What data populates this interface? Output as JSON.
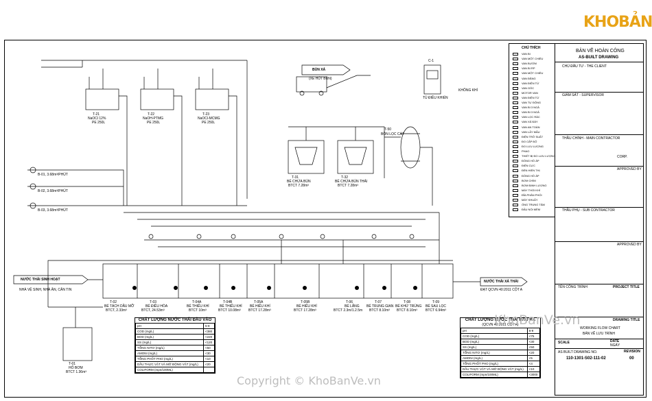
{
  "brand": {
    "logo_text": "KHOBẢNVẼ",
    "watermark_1": "KhoBanVe.vn",
    "watermark_2": "Copyright © KhoBanVe.vn"
  },
  "title_block": {
    "title_vn": "BẢN VẼ HOÀN CÔNG",
    "title_en": "AS-BUILT DRAWING",
    "client": "CHỦ ĐẦU TƯ - THE CLIENT",
    "supervisor": "GIÁM SÁT - SUPERVISOR",
    "main_contractor": "THẦU CHÍNH - MAIN CONTRACTOR",
    "corp": "CORP.",
    "subcontractor": "THẦU PHỤ - SUB CONTRACTOR",
    "project_label": "TÊN CÔNG TRÌNH",
    "project_title": "PROJECT TITLE",
    "drawing_title_label": "DRAWING TITLE",
    "working_flow": "WORKING FLOW CHART",
    "ban_ve": "BẢN VẼ LƯU TRÌNH",
    "scale": "SCALE",
    "date": "DATE",
    "ngay": "NGÀY",
    "revision": "REVISION",
    "rev_no": "00",
    "drawing_no_label": "AS BUILT DRAWING NO.",
    "drawing_no": "110-1301-S02-111-02",
    "approved_1": "APPROVED BY",
    "approved_2": "APPROVED BY"
  },
  "legend": {
    "title": "CHÚ THÍCH",
    "items": [
      "VAN BI",
      "VAN MỘT CHIỀU",
      "VAN BƯỚM",
      "VAN BI RP",
      "VAN MỘT CHIỀU",
      "VAN ĐĂNG",
      "VAN ĐIỆN TỪ",
      "VAN GÓC",
      "MOTOR VAN",
      "VAN ĐIỆN TỪ",
      "VAN TỰ ĐỘNG",
      "VAN BI 3 NGẢ",
      "VAN BI 3 NGẢ",
      "VAN LỌC RÁC",
      "VAN XẢ ĐÁY",
      "VAN AN TOÀN",
      "VAN LẤY MẪU",
      "ĐIỆN TRỞ SUẤT",
      "ĐO CẤP ĐỘ",
      "ĐO LƯU LƯỢNG",
      "PHAO",
      "THIẾT BỊ ĐO LƯU LƯỢNG",
      "ĐỒNG HỒ ÁP",
      "ĐIỆN CỰC",
      "ĐÈN HIỂN THỊ",
      "ĐỒNG HỒ ÁP",
      "BƠM CHÌM",
      "BƠM ĐỊNH LƯỢNG",
      "MÁY THỔI KHÍ",
      "ĐĨA PHÂN PHỐI",
      "MÁY KHUẤY",
      "ỐNG TRUNG TÂM",
      "ĐẦU NỐI MỀM"
    ]
  },
  "input_table": {
    "title": "CHẤT LƯỢNG NƯỚC THẢI ĐẦU VÀO",
    "rows": [
      [
        "pH",
        "5-8"
      ],
      [
        "COD (mg/L)",
        "<380"
      ],
      [
        "BOD (mg/L)",
        "<220"
      ],
      [
        "SS (mg/L)",
        "<120"
      ],
      [
        "TỔNG NITƠ (mg/L)",
        "<50"
      ],
      [
        "AMONI (mg/L)",
        "<30"
      ],
      [
        "TỔNG PHỐT PHO (mg/L)",
        "<10"
      ],
      [
        "DẦU THỰC VẬT VÀ MỠ ĐỘNG VẬT (mg/L)",
        "<20"
      ],
      [
        "COLIFORM (mpn/100ML)",
        ""
      ]
    ]
  },
  "output_table": {
    "title": "CHẤT LƯỢNG NƯỚC THẢI ĐẦU RA",
    "subtitle": "(QCVN 40:2011 CỘT A)",
    "rows": [
      [
        "pH",
        "6-9"
      ],
      [
        "COD (mg/L)",
        "<75"
      ],
      [
        "BOD (mg/L)",
        "<30"
      ],
      [
        "SS (mg/L)",
        "<50"
      ],
      [
        "TỔNG NITƠ (mg/L)",
        "<20"
      ],
      [
        "AMONI (mg/L)",
        "<5"
      ],
      [
        "TỔNG PHỐT PHO (mg/L)",
        "<4"
      ],
      [
        "DẦU THỰC VẬT VÀ MỠ ĐỘNG VẬT (mg/L)",
        "<10"
      ],
      [
        "COLIFORM (mpn/100ML)",
        "<3000"
      ]
    ]
  },
  "diagram": {
    "inlet_label": "NƯỚC THẢI SINH HOẠT",
    "inlet_sub": "NHÀ VỆ SINH, NHÀ ĂN, CĂN TIN",
    "outlet_label": "NƯỚC THẢI XẢ THẢI",
    "outlet_sub": "ĐẠT QCVN 40:2011 CỘT A",
    "sludge_label": "BÙN XẢ",
    "sludge_sub": "(XE HÚT BÙN)",
    "control_box": "TỦ ĐIỀU KHIỂN",
    "control_id": "C-1",
    "filter_label": "BỒN LỌC CÁT",
    "filter_id": "T-50",
    "air_label": "KHÔNG KHÍ",
    "tanks": [
      {
        "id": "T-02",
        "name": "BỂ TÁCH DẦU MỠ",
        "vol": "BTCT, 2.33m³"
      },
      {
        "id": "T-03",
        "name": "BỂ ĐIỀU HÒA",
        "vol": "BTCT, 24.53m³"
      },
      {
        "id": "T-04A",
        "name": "BỂ THIẾU KHÍ",
        "vol": "BTCT 10m³"
      },
      {
        "id": "T-04B",
        "name": "BỂ THIẾU KHÍ",
        "vol": "BTCT 10.08m³"
      },
      {
        "id": "T-05A",
        "name": "BỂ HIẾU KHÍ",
        "vol": "BTCT 17.28m³"
      },
      {
        "id": "T-05B",
        "name": "BỂ HIẾU KHÍ",
        "vol": "BTCT 17.28m³"
      },
      {
        "id": "T-06",
        "name": "BỂ LẮNG",
        "vol": "BTCT 2.3m/1.2.5m"
      },
      {
        "id": "T-07",
        "name": "BỂ TRUNG GIAN",
        "vol": "BTCT 8.10m³"
      },
      {
        "id": "T-08",
        "name": "BỂ KHỬ TRÙNG",
        "vol": "BTCT 8.10m³"
      },
      {
        "id": "T-09",
        "name": "BỂ SAU LỌC",
        "vol": "BTCT 6.94m³"
      }
    ],
    "sludge_tanks": [
      {
        "id": "T-31",
        "name": "BỂ CHỨA BÙN",
        "vol": "BTCT 7.28m³"
      },
      {
        "id": "T-32",
        "name": "BỂ CHỨA BÙN THẢI",
        "vol": "BTCT 7.28m³"
      }
    ],
    "chem_tanks": [
      {
        "id": "T-21",
        "name": "NaOCl 12%",
        "vol": "PE 250L"
      },
      {
        "id": "T-22",
        "name": "NaOH-PTMG",
        "vol": "PE 250L"
      },
      {
        "id": "T-23",
        "name": "NaOCl-MCMG",
        "vol": "PE 250L"
      }
    ],
    "pump_pit": {
      "id": "T-01",
      "name": "HỐ BƠM",
      "vol": "BTCT 1.36m³"
    },
    "blowers": [
      "B-01, 3.68m³/PHÚT",
      "B-02, 3.68m³/PHÚT",
      "B-03, 3.68m³/PHÚT"
    ]
  }
}
